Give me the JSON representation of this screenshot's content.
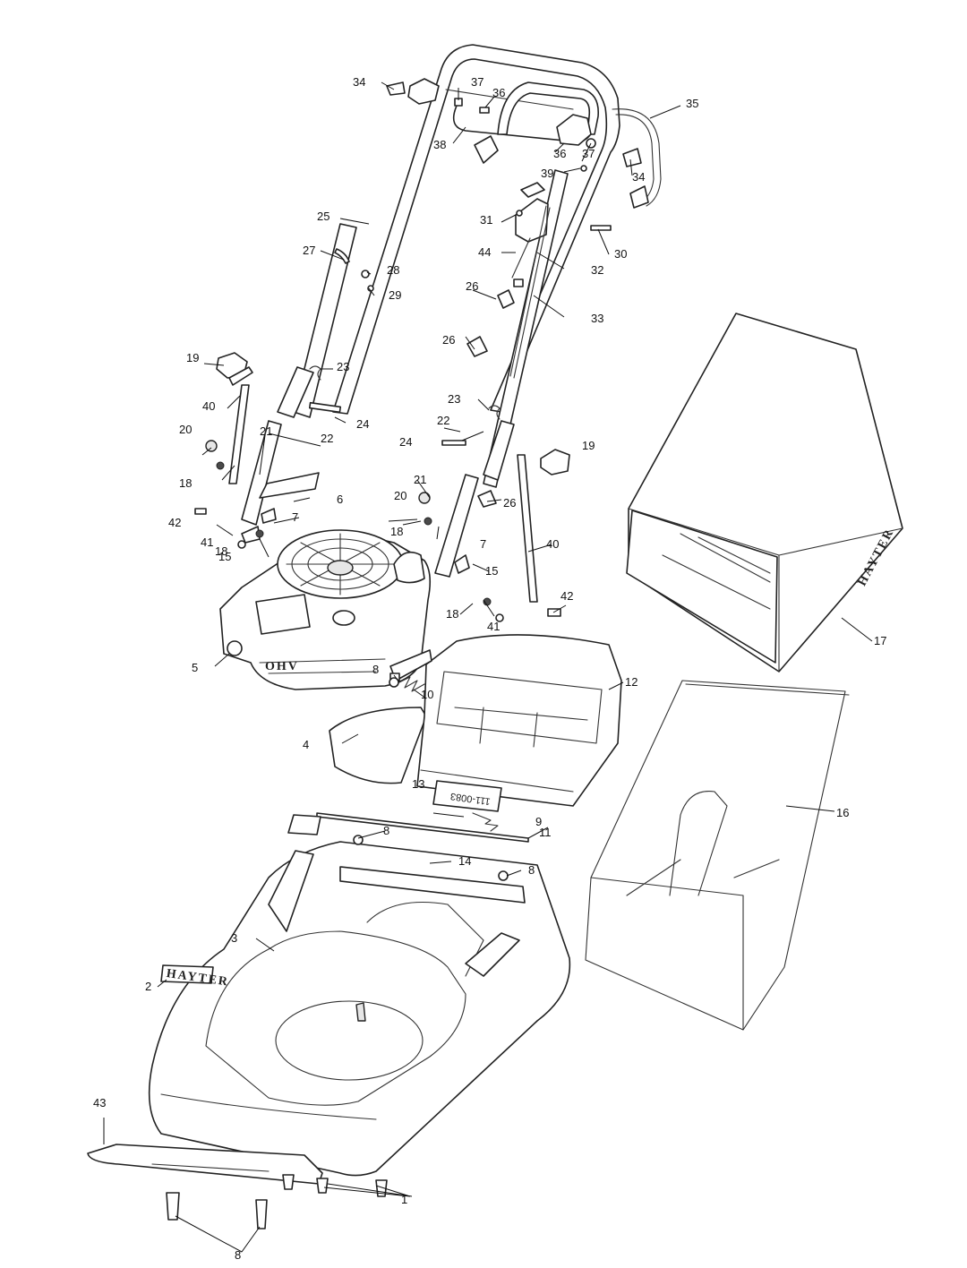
{
  "diagram": {
    "brand_mark": "HAYTER",
    "label_part_code": "111-0083",
    "engine_badge": "OHV",
    "callouts": {
      "c1": "1",
      "c2": "2",
      "c3": "3",
      "c4": "4",
      "c5": "5",
      "c6": "6",
      "c7a": "7",
      "c7b": "7",
      "c8a": "8",
      "c8b": "8",
      "c8c": "8",
      "c8d": "8",
      "c9": "9",
      "c10": "10",
      "c11": "11",
      "c12": "12",
      "c13": "13",
      "c14": "14",
      "c15a": "15",
      "c15b": "15",
      "c16": "16",
      "c17": "17",
      "c18a": "18",
      "c18b": "18",
      "c18c": "18",
      "c18d": "18",
      "c19a": "19",
      "c19b": "19",
      "c20a": "20",
      "c20b": "20",
      "c21a": "21",
      "c21b": "21",
      "c22a": "22",
      "c22b": "22",
      "c23a": "23",
      "c23b": "23",
      "c24a": "24",
      "c24b": "24",
      "c25": "25",
      "c26a": "26",
      "c26b": "26",
      "c26c": "26",
      "c27": "27",
      "c28": "28",
      "c29": "29",
      "c30": "30",
      "c31": "31",
      "c32": "32",
      "c33": "33",
      "c34a": "34",
      "c34b": "34",
      "c35": "35",
      "c36a": "36",
      "c36b": "36",
      "c37a": "37",
      "c37b": "37",
      "c38": "38",
      "c39": "39",
      "c40a": "40",
      "c40b": "40",
      "c41a": "41",
      "c41b": "41",
      "c42a": "42",
      "c42b": "42",
      "c43": "43",
      "c44": "44"
    }
  }
}
